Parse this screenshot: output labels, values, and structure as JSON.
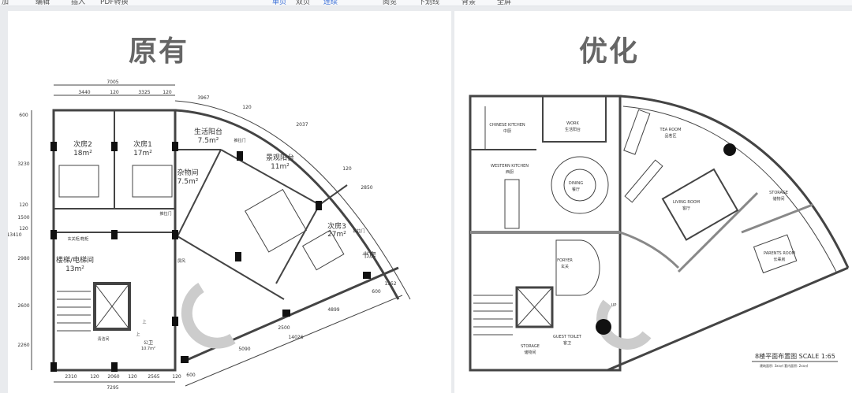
{
  "toolbar": {
    "items": [
      "加",
      "编辑",
      "插入",
      "PDF转换",
      "单页",
      "双页",
      "连续",
      "阅览",
      "下划线",
      "背景",
      "全屏"
    ]
  },
  "left": {
    "title": "原有",
    "rooms": [
      {
        "name": "次房2",
        "area": "18m²"
      },
      {
        "name": "次房1",
        "area": "17m²"
      },
      {
        "name": "生活阳台",
        "area": "7.5m²"
      },
      {
        "name": "景观阳台",
        "area": "11m²"
      },
      {
        "name": "杂物间",
        "area": "7.5m²"
      },
      {
        "name": "次房3",
        "area": "27m²"
      },
      {
        "name": "书房",
        "area": ""
      },
      {
        "name": "楼梯/电梯间",
        "area": "13m²"
      },
      {
        "name": "公卫",
        "area": "10.7m²"
      }
    ],
    "labels": [
      "玄关柜/鞋柜",
      "推拉门",
      "推拉门",
      "推拉门",
      "屏风",
      "清洁间",
      "上",
      "上"
    ],
    "dims_top": [
      "7005",
      "3440",
      "120",
      "3325",
      "120"
    ],
    "dims_arc": [
      "3967",
      "120",
      "2037",
      "120",
      "2850"
    ],
    "dims_left": [
      "600",
      "3230",
      "120",
      "1500",
      "120",
      "2980",
      "2600",
      "2260",
      "13410"
    ],
    "dims_bottom": [
      "2310",
      "120",
      "2060",
      "120",
      "2565",
      "120",
      "7295"
    ],
    "dims_diag": [
      "600",
      "5090",
      "14026",
      "2500",
      "4899",
      "600",
      "1352"
    ]
  },
  "right": {
    "title": "优化",
    "rooms": [
      {
        "en": "CHINESE KITCHEN",
        "cn": "中厨"
      },
      {
        "en": "WORK",
        "cn": "生活阳台"
      },
      {
        "en": "TEA ROOM",
        "cn": "品茗区"
      },
      {
        "en": "WESTERN KITCHEN",
        "cn": "西厨"
      },
      {
        "en": "DINING",
        "cn": "餐厅"
      },
      {
        "en": "LIVING ROOM",
        "cn": "客厅"
      },
      {
        "en": "STORAGE",
        "cn": "储物间"
      },
      {
        "en": "PARENTS ROOM",
        "cn": "长辈房"
      },
      {
        "en": "FORYER",
        "cn": "玄关"
      },
      {
        "en": "GUEST TOILET",
        "cn": "客卫"
      },
      {
        "en": "STORAGE",
        "cn": "储物间"
      },
      {
        "en": "UP",
        "cn": ""
      }
    ],
    "caption": "8楼平面布置图  SCALE 1:65",
    "subcaption": "建筑面积: 3xx㎡    套内面积: 2xx㎡"
  }
}
